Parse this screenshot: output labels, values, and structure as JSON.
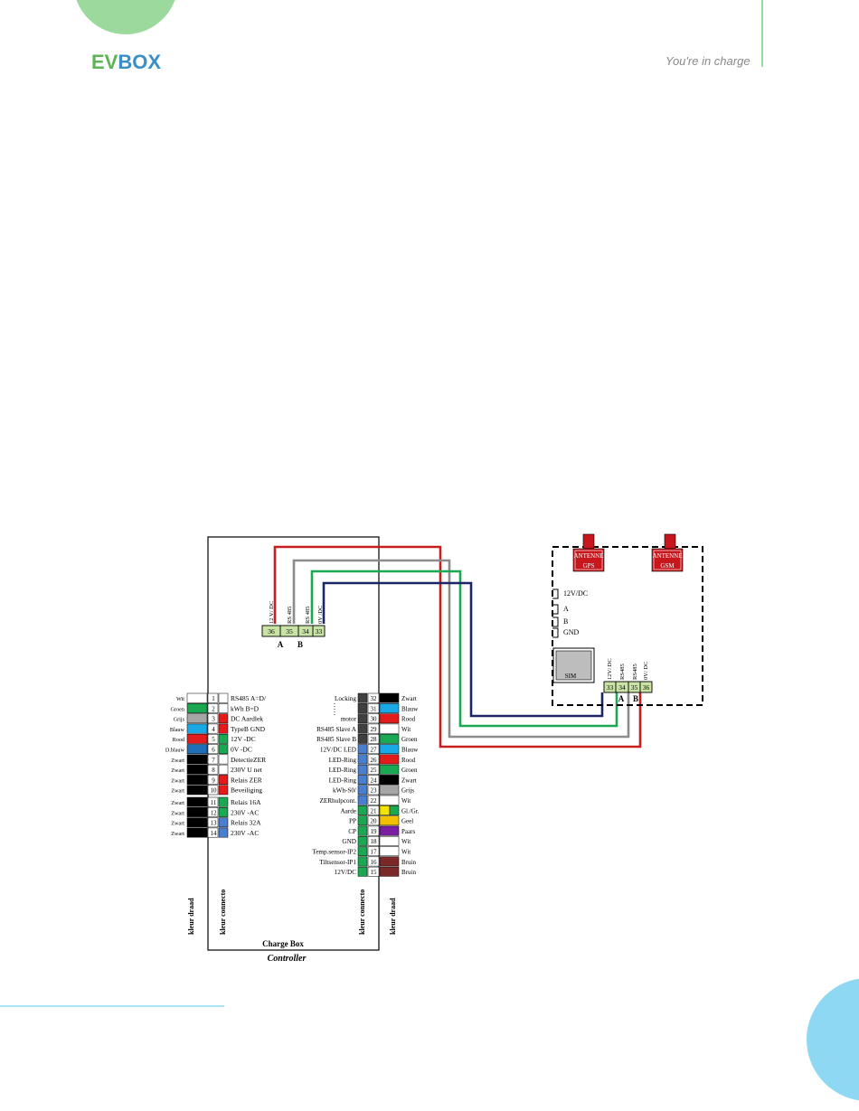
{
  "header": {
    "logo_ev": "EV",
    "logo_box": "BOX",
    "tagline": "You're in charge"
  },
  "colors": {
    "brand_green": "#5ab552",
    "brand_blue": "#3a8fcb",
    "deco_green": "#9bd99c",
    "deco_blue": "#8ed8f3",
    "wire_red": "#c81e1e",
    "wire_grey": "#8c8c8c",
    "wire_green": "#1aa852",
    "wire_navy": "#1c2566",
    "antenna_red": "#c8161d"
  },
  "controller": {
    "title": "Charge Box",
    "subtitle": "Controller",
    "col_label_wire": "kleur draad",
    "col_label_connector": "kleur connecto",
    "top_terminal_labels": [
      "12 V/ DC",
      "RS 485",
      "RS 485",
      "0V /DC"
    ],
    "top_terminal_numbers": [
      "36",
      "35",
      "34",
      "33"
    ],
    "top_terminal_ab": [
      "A",
      "B"
    ],
    "left_rows": [
      {
        "num": "1",
        "wire": "Wit",
        "label": "RS485 A=D/"
      },
      {
        "num": "2",
        "wire": "Groen",
        "label": "kWh   B=D"
      },
      {
        "num": "3",
        "wire": "Grijs",
        "label": "DC Aardlek"
      },
      {
        "num": "4",
        "wire": "Blauw",
        "label": "TypeB GND"
      },
      {
        "num": "5",
        "wire": "Rood",
        "label": "12V -DC"
      },
      {
        "num": "6",
        "wire": "D.blauw",
        "label": " 0V -DC"
      },
      {
        "num": "7",
        "wire": "Zwart",
        "label": "DetectieZER"
      },
      {
        "num": "8",
        "wire": "Zwart",
        "label": "230V U net"
      },
      {
        "num": "9",
        "wire": "Zwart",
        "label": "Relais ZER"
      },
      {
        "num": "10",
        "wire": "Zwart",
        "label": "Beveiliging"
      },
      {
        "num": "11",
        "wire": "Zwart",
        "label": "Relais 16A"
      },
      {
        "num": "12",
        "wire": "Zwart",
        "label": "230V -AC"
      },
      {
        "num": "13",
        "wire": "Zwart",
        "label": "Relais 32A"
      },
      {
        "num": "14",
        "wire": "Zwart",
        "label": "230V -AC"
      }
    ],
    "right_rows": [
      {
        "num": "32",
        "label": "Locking",
        "wire": "Zwart"
      },
      {
        "num": "31",
        "label": "",
        "wire": "Blauw"
      },
      {
        "num": "30",
        "label": "motor",
        "wire": "Rood"
      },
      {
        "num": "29",
        "label": "RS485 Slave A",
        "wire": "Wit"
      },
      {
        "num": "28",
        "label": "RS485 Slave B",
        "wire": "Groen"
      },
      {
        "num": "27",
        "label": "12V/DC LED",
        "wire": "Blauw"
      },
      {
        "num": "26",
        "label": "LED-Ring",
        "wire": "Rood"
      },
      {
        "num": "25",
        "label": "LED-Ring",
        "wire": "Groen"
      },
      {
        "num": "24",
        "label": "LED-Ring",
        "wire": "Zwart"
      },
      {
        "num": "23",
        "label": "kWh-S0/",
        "wire": "Grijs"
      },
      {
        "num": "22",
        "label": "ZERhulpcont.",
        "wire": "Wit"
      },
      {
        "num": "21",
        "label": "Aarde",
        "wire": "Gl./Gr."
      },
      {
        "num": "20",
        "label": "PP",
        "wire": "Geel"
      },
      {
        "num": "19",
        "label": "CP",
        "wire": "Paars"
      },
      {
        "num": "18",
        "label": "GND",
        "wire": "Wit"
      },
      {
        "num": "17",
        "label": "Temp.sensor-IP2",
        "wire": "Wit"
      },
      {
        "num": "16",
        "label": "Tiltsensor-IP1",
        "wire": "Bruin"
      },
      {
        "num": "15",
        "label": "12V/DC",
        "wire": "Bruin"
      }
    ]
  },
  "modem": {
    "antenna_gps": "ANTENNE",
    "antenna_gps_sub": "GPS",
    "antenna_gsm": "ANTENNE",
    "antenna_gsm_sub": "GSM",
    "pin_labels": [
      "12V/DC",
      "A",
      "B",
      "GND"
    ],
    "sim_label": "SIM",
    "terminal_labels": [
      "12V/ DC",
      "RS485",
      "RS485",
      "0V/ DC"
    ],
    "terminal_numbers": [
      "33",
      "34",
      "35",
      "36"
    ],
    "terminal_ab": [
      "A",
      "B"
    ]
  }
}
